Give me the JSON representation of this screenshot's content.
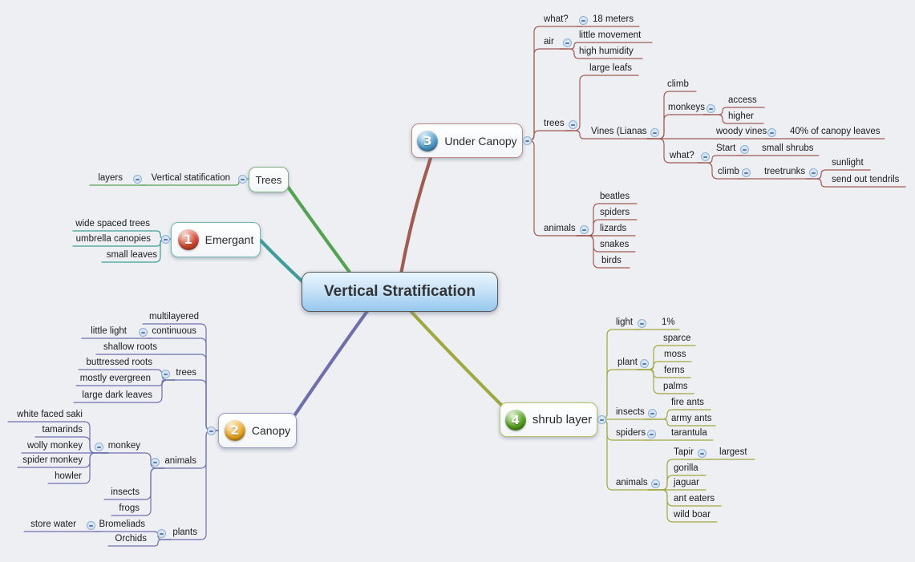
{
  "central": {
    "label": "Vertical Stratification"
  },
  "colors": {
    "background": "#edeff3",
    "branch_under_canopy": "#a25b53",
    "branch_trees": "#54a254",
    "branch_emergant": "#3f9d99",
    "branch_canopy": "#6f6fad",
    "branch_shrub_layer": "#a0a93e",
    "central_border": "#58595b",
    "badge_1": "#d84a30",
    "badge_2": "#f0a81e",
    "badge_3": "#4e9fd0",
    "badge_4": "#58a41e"
  },
  "boxes": {
    "under_canopy": {
      "label": "Under Canopy",
      "badge": "3"
    },
    "trees": {
      "label": "Trees",
      "badge": ""
    },
    "emergant": {
      "label": "Emergant",
      "badge": "1"
    },
    "canopy": {
      "label": "Canopy",
      "badge": "2"
    },
    "shrub": {
      "label": "shrub layer",
      "badge": "4"
    }
  },
  "nodes": {
    "what1": {
      "label": "what?",
      "parent": "under_canopy",
      "collapsible": true
    },
    "m18": {
      "label": "18 meters",
      "parent": "what1"
    },
    "air": {
      "label": "air",
      "parent": "under_canopy",
      "collapsible": true
    },
    "littlemov": {
      "label": "little movement",
      "parent": "air"
    },
    "highhum": {
      "label": "high humidity",
      "parent": "air"
    },
    "trees_uc": {
      "label": "trees",
      "parent": "under_canopy",
      "collapsible": true
    },
    "largeleafs": {
      "label": "large leafs",
      "parent": "trees_uc"
    },
    "vines": {
      "label": "Vines (Lianas",
      "parent": "trees_uc",
      "collapsible": true
    },
    "climb1": {
      "label": "climb",
      "parent": "vines"
    },
    "monkeys": {
      "label": "monkeys",
      "parent": "vines",
      "collapsible": true
    },
    "access": {
      "label": "access",
      "parent": "monkeys"
    },
    "higher": {
      "label": "higher",
      "parent": "monkeys"
    },
    "woodyvines": {
      "label": "woody vines",
      "parent": "vines",
      "collapsible": true
    },
    "pct40": {
      "label": "40% of canopy leaves",
      "parent": "woodyvines"
    },
    "what2": {
      "label": "what?",
      "parent": "vines",
      "collapsible": true
    },
    "start": {
      "label": "Start",
      "parent": "what2",
      "collapsible": true
    },
    "smallshrubs": {
      "label": "small shrubs",
      "parent": "start"
    },
    "climb2": {
      "label": "climb",
      "parent": "what2",
      "collapsible": true
    },
    "treetrunks": {
      "label": "treetrunks",
      "parent": "climb2",
      "collapsible": true
    },
    "sunlight": {
      "label": "sunlight",
      "parent": "treetrunks"
    },
    "tendrils": {
      "label": "send out tendrils",
      "parent": "treetrunks"
    },
    "animals_uc": {
      "label": "animals",
      "parent": "under_canopy",
      "collapsible": true
    },
    "beatles": {
      "label": "beatles",
      "parent": "animals_uc"
    },
    "spiders_uc": {
      "label": "spiders",
      "parent": "animals_uc"
    },
    "lizards": {
      "label": "lizards",
      "parent": "animals_uc"
    },
    "snakes": {
      "label": "snakes",
      "parent": "animals_uc"
    },
    "birds": {
      "label": "birds",
      "parent": "animals_uc"
    },
    "vertstat": {
      "label": "Vertical statification",
      "parent": "trees",
      "collapsible": true
    },
    "layers": {
      "label": "layers",
      "parent": "vertstat"
    },
    "widespaced": {
      "label": "wide spaced trees",
      "parent": "emergant"
    },
    "umbrella": {
      "label": "umbrella canopies",
      "parent": "emergant"
    },
    "smallleaves": {
      "label": "small leaves",
      "parent": "emergant"
    },
    "multilayered": {
      "label": "multilayered",
      "parent": "canopy"
    },
    "continuous": {
      "label": "continuous",
      "parent": "canopy",
      "collapsible": true
    },
    "littlelight": {
      "label": "little light",
      "parent": "continuous"
    },
    "shallowroots": {
      "label": "shallow roots",
      "parent": "canopy"
    },
    "trees_c": {
      "label": "trees",
      "parent": "canopy",
      "collapsible": true
    },
    "buttressed": {
      "label": "buttressed roots",
      "parent": "trees_c"
    },
    "evergreen": {
      "label": "mostly evergreen",
      "parent": "trees_c"
    },
    "darkleaves": {
      "label": "large dark leaves",
      "parent": "trees_c"
    },
    "animals_c": {
      "label": "animals",
      "parent": "canopy",
      "collapsible": true
    },
    "monkey": {
      "label": "monkey",
      "parent": "animals_c",
      "collapsible": true
    },
    "saki": {
      "label": "white faced saki",
      "parent": "monkey"
    },
    "tamarinds": {
      "label": "tamarinds",
      "parent": "monkey"
    },
    "wolly": {
      "label": "wolly monkey",
      "parent": "monkey"
    },
    "spidermonkey": {
      "label": "spider monkey",
      "parent": "monkey"
    },
    "howler": {
      "label": "howler",
      "parent": "monkey"
    },
    "insects_c": {
      "label": "insects",
      "parent": "animals_c"
    },
    "frogs": {
      "label": "frogs",
      "parent": "animals_c"
    },
    "plants": {
      "label": "plants",
      "parent": "canopy",
      "collapsible": true
    },
    "bromeliads": {
      "label": "Bromeliads",
      "parent": "plants",
      "collapsible": true
    },
    "storewater": {
      "label": "store water",
      "parent": "bromeliads"
    },
    "orchids": {
      "label": "Orchids",
      "parent": "plants"
    },
    "light": {
      "label": "light",
      "parent": "shrub",
      "collapsible": true
    },
    "pct1": {
      "label": "1%",
      "parent": "light"
    },
    "plant": {
      "label": "plant",
      "parent": "shrub",
      "collapsible": true
    },
    "sparce": {
      "label": "sparce",
      "parent": "plant"
    },
    "moss": {
      "label": "moss",
      "parent": "plant"
    },
    "ferns": {
      "label": "ferns",
      "parent": "plant"
    },
    "palms": {
      "label": "palms",
      "parent": "plant"
    },
    "insects_s": {
      "label": "insects",
      "parent": "shrub",
      "collapsible": true
    },
    "fireants": {
      "label": "fire ants",
      "parent": "insects_s"
    },
    "armyants": {
      "label": "army ants",
      "parent": "insects_s"
    },
    "spiders_s": {
      "label": "spiders",
      "parent": "shrub",
      "collapsible": true
    },
    "tarantula": {
      "label": "tarantula",
      "parent": "spiders_s"
    },
    "animals_s": {
      "label": "animals",
      "parent": "shrub",
      "collapsible": true
    },
    "tapir": {
      "label": "Tapir",
      "parent": "animals_s",
      "collapsible": true
    },
    "largest": {
      "label": "largest",
      "parent": "tapir"
    },
    "gorilla": {
      "label": "gorilla",
      "parent": "animals_s"
    },
    "jaguar": {
      "label": "jaguar",
      "parent": "animals_s"
    },
    "anteaters": {
      "label": "ant eaters",
      "parent": "animals_s"
    },
    "wildboar": {
      "label": "wild boar",
      "parent": "animals_s"
    }
  }
}
